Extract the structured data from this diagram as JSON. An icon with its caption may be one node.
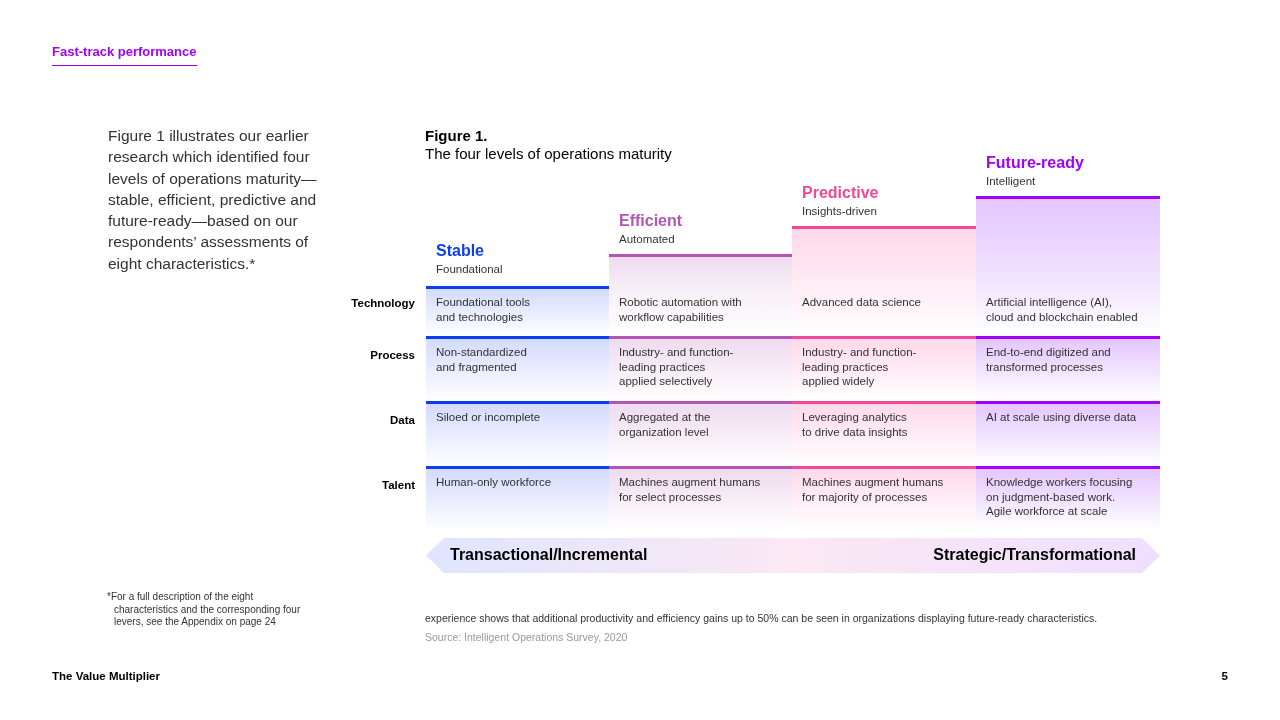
{
  "diagram": {
    "title": "Figure 1.",
    "nodes": [
      {
        "text": [
          "Stable",
          "Foundational"
        ]
      },
      {
        "text": [
          "Efficient",
          "Automated"
        ]
      },
      {
        "text": [
          "Predictive",
          "Insights-driven"
        ]
      },
      {
        "text": [
          "Future-ready",
          "Intelligent"
        ]
      },
      {
        "text": [
          "Foundational tools and technologies"
        ]
      },
      {
        "text": [
          "Robotic automation with workflow capabilities"
        ]
      },
      {
        "text": [
          "Advanced data science"
        ]
      },
      {
        "text": [
          "Artificial intelligence (AI), cloud and blockchain enabled"
        ]
      },
      {
        "text": [
          "Non-standardized and fragmented"
        ]
      },
      {
        "text": [
          "Industry- and function-leading practices applied selectively"
        ]
      },
      {
        "text": [
          "Industry- and function-leading practices applied widely"
        ]
      },
      {
        "text": [
          "End-to-end digitized and transformed processes"
        ]
      },
      {
        "text": [
          "Siloed or incomplete"
        ]
      },
      {
        "text": [
          "Aggregated at the organization level"
        ]
      },
      {
        "text": [
          "Leveraging analytics to drive data insights"
        ]
      },
      {
        "text": [
          "AI at scale using diverse data"
        ]
      },
      {
        "text": [
          "Human-only workforce"
        ]
      },
      {
        "text": [
          "Machines augment humans for select processes"
        ]
      },
      {
        "text": [
          "Machines augment humans for majority of processes"
        ]
      },
      {
        "text": [
          "Knowledge workers focusing on judgment-based work. Agile workforce at scale"
        ]
      },
      {
        "text": [
          "Transactional/Incremental",
          "Strategic/Transformational"
        ]
      }
    ],
    "labels": [
      "Fast-track performance",
      "Figure 1 illustrates our earlier research which identified four levels of operations maturity—stable, efficient, predictive and future-ready—based on our respondents’ assessments of eight characteristics.*",
      "The four levels of operations maturity",
      "Technology",
      "Process",
      "Data",
      "Talent",
      "*For a full description of the eight characteristics and the corresponding four levers, see the Appendix on page 24",
      "experience shows that additional productivity and efficiency gains up to 50% can be seen in organizations displaying future-ready characteristics.",
      "Source: Intelligent Operations Survey, 2020",
      "The Value Multiplier",
      "5"
    ]
  }
}
